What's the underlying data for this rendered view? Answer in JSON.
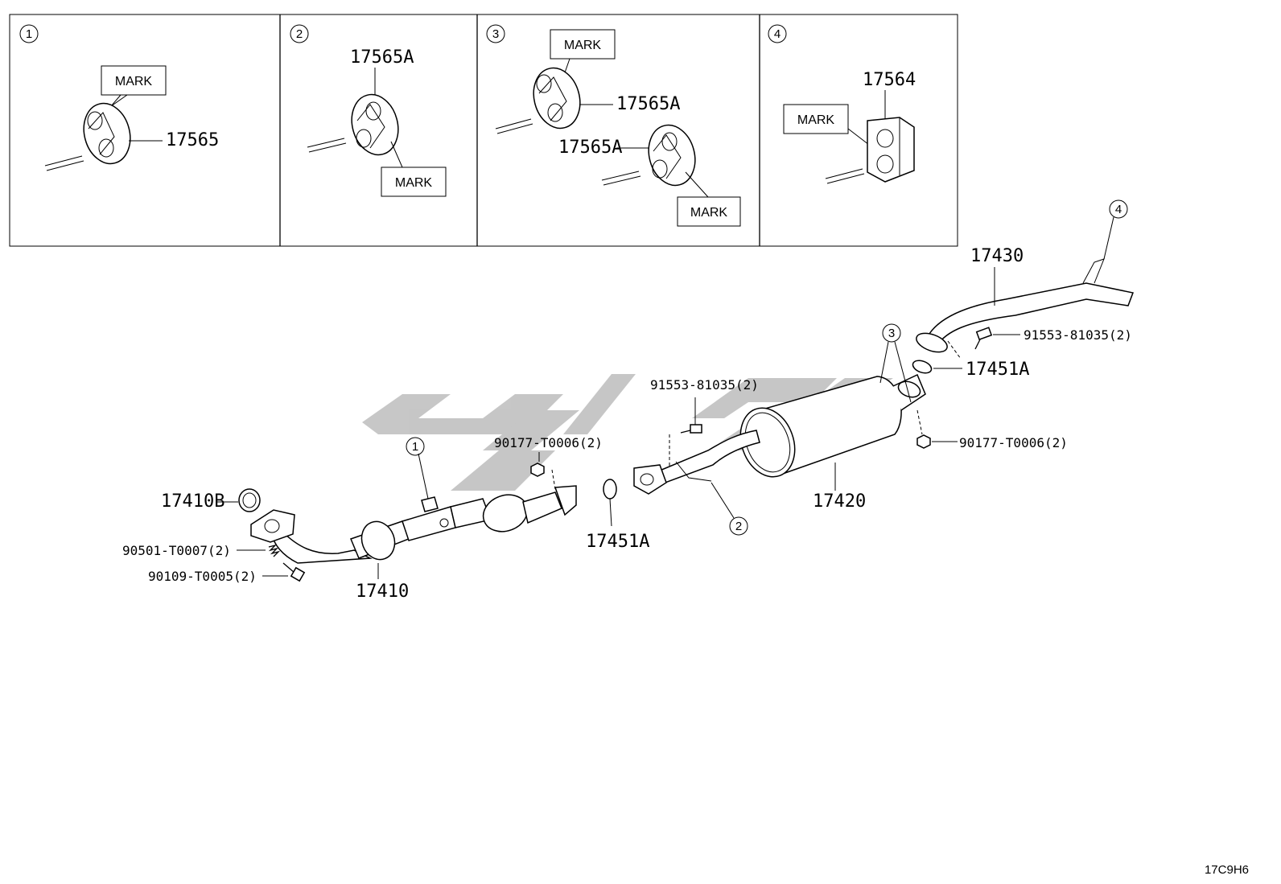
{
  "insets": [
    {
      "callout": "1",
      "part": "17565",
      "mark": "MARK"
    },
    {
      "callout": "2",
      "part": "17565A",
      "mark": "MARK"
    },
    {
      "callout": "3",
      "part_upper": "17565A",
      "part_lower": "17565A",
      "mark_upper": "MARK",
      "mark_lower": "MARK"
    },
    {
      "callout": "4",
      "part": "17564",
      "mark": "MARK"
    }
  ],
  "parts": {
    "p17430": "17430",
    "p17420": "17420",
    "p17410": "17410",
    "p17410B": "17410B",
    "p17451A_right": "17451A",
    "p17451A_mid": "17451A",
    "bolt_right": "91553-81035(2)",
    "bolt_mid": "91553-81035(2)",
    "nut_right": "90177-T0006(2)",
    "nut_mid": "90177-T0006(2)",
    "spring": "90501-T0007(2)",
    "bolt_left": "90109-T0005(2)"
  },
  "callouts": {
    "c1": "1",
    "c2": "2",
    "c3": "3",
    "c4": "4"
  },
  "diagram_code": "17C9H6"
}
